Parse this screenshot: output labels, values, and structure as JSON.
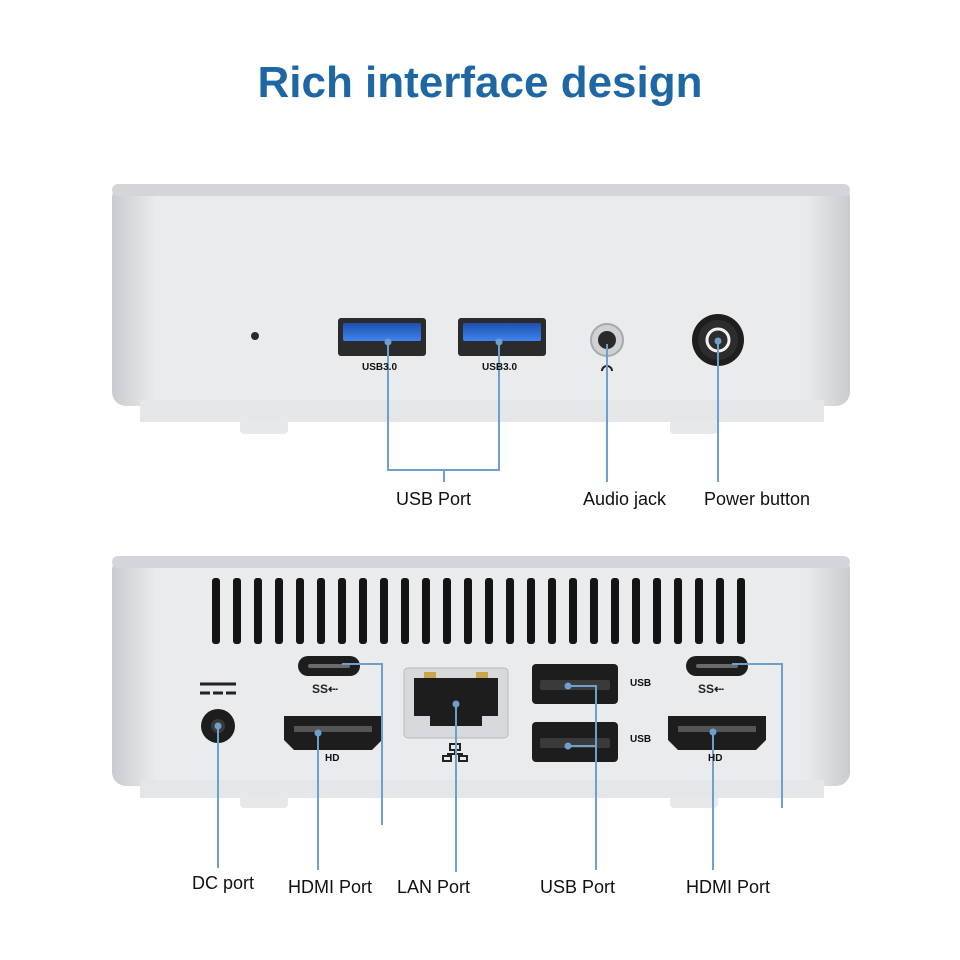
{
  "title": "Rich interface design",
  "front": {
    "port_labels": {
      "usb_left": "USB3.0",
      "usb_right": "USB3.0"
    },
    "callouts": {
      "usb": "USB Port",
      "audio": "Audio jack",
      "power": "Power button"
    }
  },
  "rear": {
    "port_labels": {
      "hdmi_left": "HD",
      "hdmi_right": "HD",
      "usb_top": "USB",
      "usb_bottom": "USB"
    },
    "callouts": {
      "dc": "DC port",
      "hdmi_left": "HDMI Port",
      "lan": "LAN Port",
      "usb": "USB Port",
      "hdmi_right": "HDMI Port"
    }
  },
  "colors": {
    "title": "#1f67a3",
    "leader": "#6f9fcc",
    "usb_blue": "#2f6fd6"
  }
}
